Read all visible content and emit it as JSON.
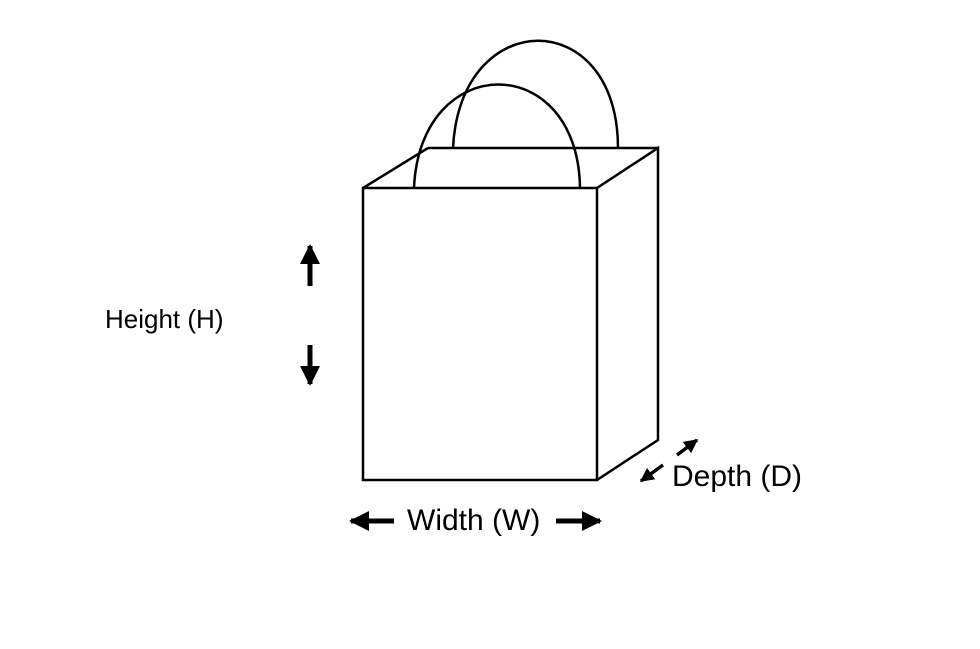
{
  "labels": {
    "height": "Height (H)",
    "width": "Width (W)",
    "depth": "Depth (D)"
  },
  "colors": {
    "stroke": "#000000",
    "background": "#ffffff"
  }
}
